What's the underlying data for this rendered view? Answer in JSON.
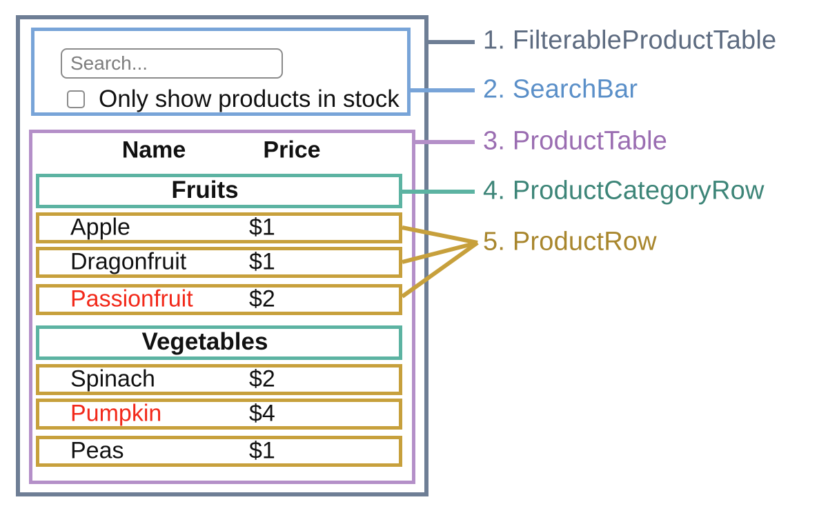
{
  "search_bar": {
    "placeholder": "Search...",
    "checkbox_label": "Only show products in stock",
    "checkbox_checked": false
  },
  "table": {
    "headers": [
      "Name",
      "Price"
    ],
    "sections": [
      {
        "category": "Fruits",
        "rows": [
          {
            "name": "Apple",
            "price": "$1",
            "out_of_stock": false
          },
          {
            "name": "Dragonfruit",
            "price": "$1",
            "out_of_stock": false
          },
          {
            "name": "Passionfruit",
            "price": "$2",
            "out_of_stock": true
          }
        ]
      },
      {
        "category": "Vegetables",
        "rows": [
          {
            "name": "Spinach",
            "price": "$2",
            "out_of_stock": false
          },
          {
            "name": "Pumpkin",
            "price": "$4",
            "out_of_stock": true
          },
          {
            "name": "Peas",
            "price": "$1",
            "out_of_stock": false
          }
        ]
      }
    ]
  },
  "legend": {
    "items": [
      {
        "text": "1. FilterableProductTable",
        "color": "#5d6b80",
        "line_color": "#6e7e95"
      },
      {
        "text": "2. SearchBar",
        "color": "#5a8fc8",
        "line_color": "#78a4d8"
      },
      {
        "text": "3. ProductTable",
        "color": "#9a6db1",
        "line_color": "#b48fc8"
      },
      {
        "text": "4. ProductCategoryRow",
        "color": "#3d8578",
        "line_color": "#5cb3a2"
      },
      {
        "text": "5. ProductRow",
        "color": "#a8862d",
        "line_color": "#c7a03c"
      }
    ]
  },
  "colors": {
    "outer_border": "#6e7e95",
    "searchbar_border": "#78a4d8",
    "producttable_border": "#b48fc8",
    "category_border": "#5cb3a2",
    "product_row_border": "#c7a03c",
    "out_of_stock_text": "#f2291a",
    "text": "#111111",
    "input_border": "#8a8a8a",
    "placeholder_text": "#7d7d7d"
  }
}
